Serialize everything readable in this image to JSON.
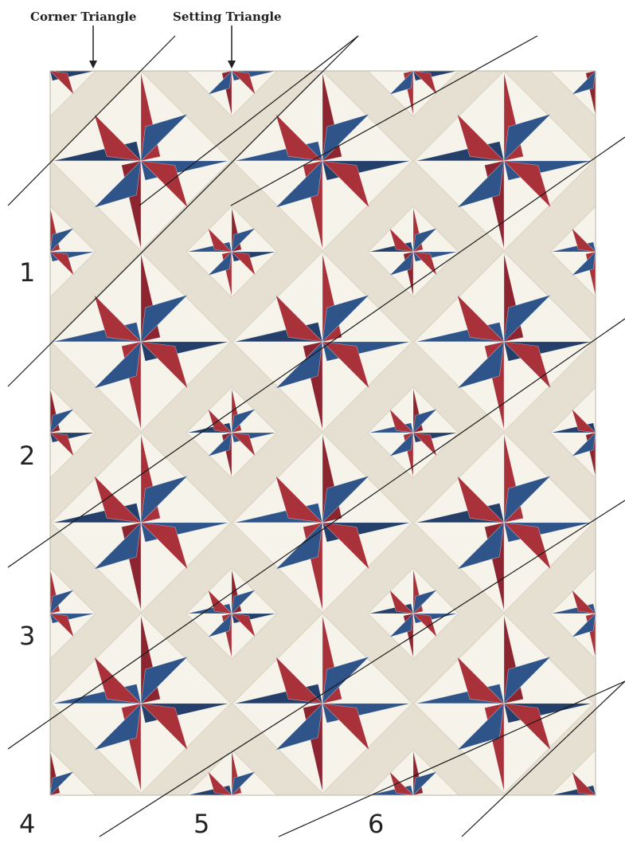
{
  "callouts": {
    "corner": "Corner Triangle",
    "setting": "Setting Triangle"
  },
  "row_labels": [
    "1",
    "2",
    "3",
    "4",
    "5",
    "6"
  ],
  "colors": {
    "background": "#e6e0d2",
    "cream": "#f6f3ea",
    "red": "#a8313a",
    "red_dark": "#8c2530",
    "blue": "#2f5489",
    "blue_dark": "#233f6a",
    "line": "#1a1a1a"
  },
  "icons": {
    "pointer": "down-arrow-icon"
  }
}
